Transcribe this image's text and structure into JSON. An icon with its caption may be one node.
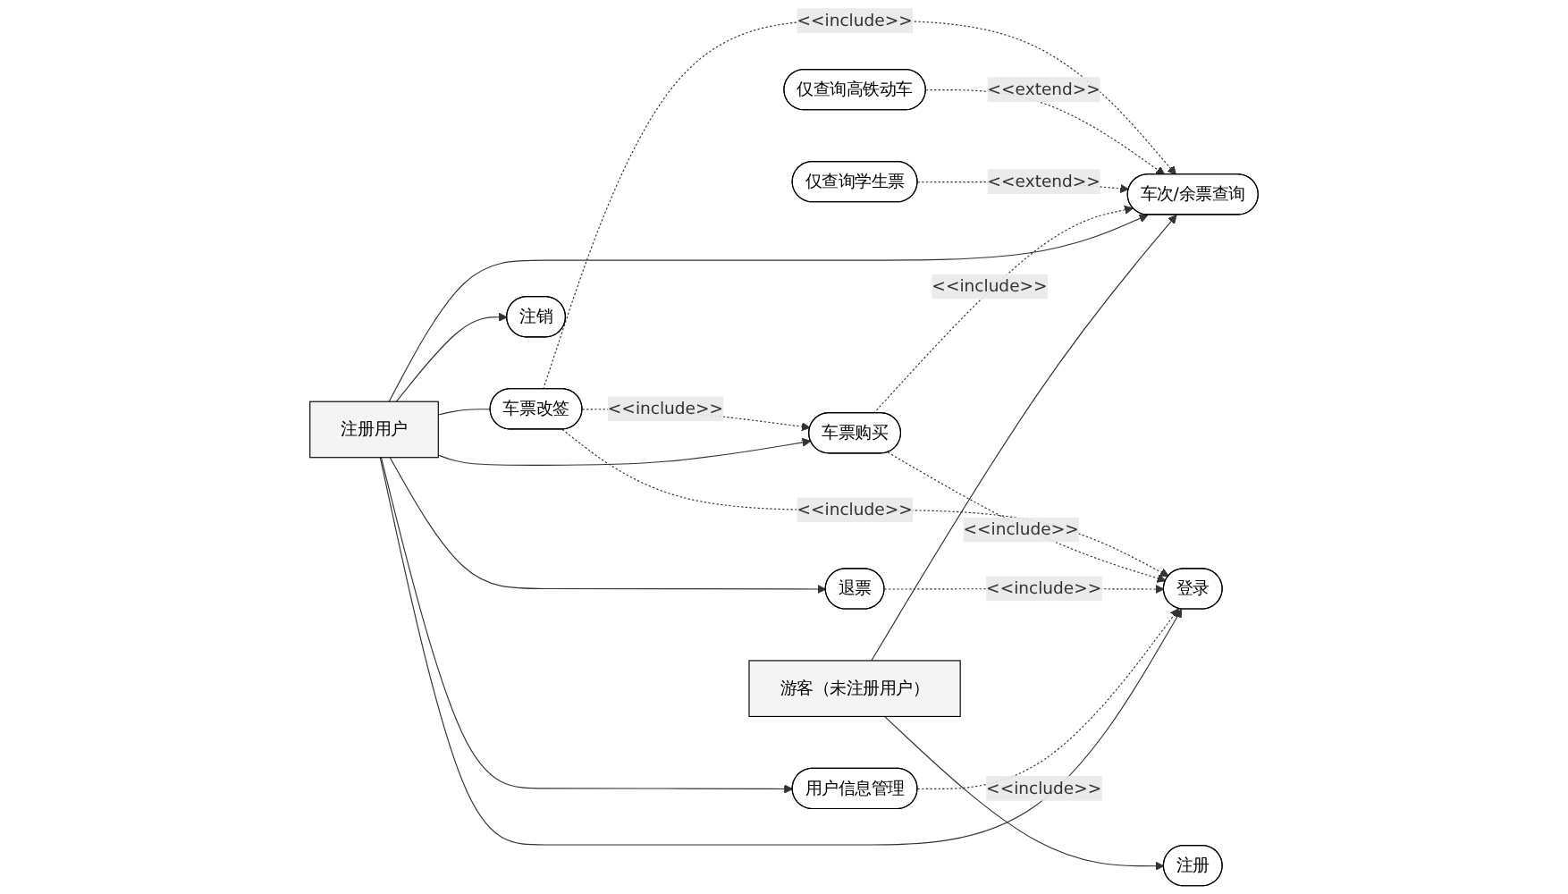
{
  "diagram": {
    "nodes": [
      {
        "text": [
          "车票改签"
        ]
      },
      {
        "text": [
          "车次/余票查询"
        ]
      },
      {
        "text": [
          "仅查询高铁动车"
        ]
      },
      {
        "text": [
          "仅查询学生票"
        ]
      },
      {
        "text": [
          "车票购买"
        ]
      },
      {
        "text": [
          "退票"
        ]
      },
      {
        "text": [
          "登录"
        ]
      },
      {
        "text": [
          "注销"
        ]
      },
      {
        "text": [
          "用户信息管理"
        ]
      },
      {
        "text": [
          "注册用户"
        ]
      },
      {
        "text": [
          "游客（未注册用户）"
        ]
      },
      {
        "text": [
          "注册"
        ]
      }
    ],
    "edges": [
      {
        "from": 0,
        "to": 1,
        "arrow": "to",
        "style": "dashed",
        "label": "<<include>>"
      },
      {
        "from": 2,
        "to": 1,
        "arrow": "to",
        "style": "dashed",
        "label": "<<extend>>"
      },
      {
        "from": 3,
        "to": 1,
        "arrow": "to",
        "style": "dashed",
        "label": "<<extend>>"
      },
      {
        "from": 0,
        "to": 4,
        "arrow": "to",
        "style": "dashed",
        "label": "<<include>>"
      },
      {
        "from": 4,
        "to": 1,
        "arrow": "to",
        "style": "dashed",
        "label": "<<include>>"
      },
      {
        "from": 0,
        "to": 6,
        "arrow": "to",
        "style": "dashed",
        "label": "<<include>>"
      },
      {
        "from": 4,
        "to": 6,
        "arrow": "to",
        "style": "dashed",
        "label": "<<include>>"
      },
      {
        "from": 5,
        "to": 6,
        "arrow": "to",
        "style": "dashed",
        "label": "<<include>>"
      },
      {
        "from": 8,
        "to": 6,
        "arrow": "to",
        "style": "dashed",
        "label": "<<include>>"
      },
      {
        "from": 9,
        "to": 0,
        "arrow": "none"
      },
      {
        "from": 9,
        "to": 1,
        "arrow": "to"
      },
      {
        "from": 9,
        "to": 4,
        "arrow": "to"
      },
      {
        "from": 9,
        "to": 5,
        "arrow": "to"
      },
      {
        "from": 9,
        "to": 6,
        "arrow": "to"
      },
      {
        "from": 9,
        "to": 7,
        "arrow": "to"
      },
      {
        "from": 9,
        "to": 8,
        "arrow": "to"
      },
      {
        "from": 10,
        "to": 1,
        "arrow": "to"
      },
      {
        "from": 10,
        "to": 11,
        "arrow": "to"
      }
    ]
  }
}
